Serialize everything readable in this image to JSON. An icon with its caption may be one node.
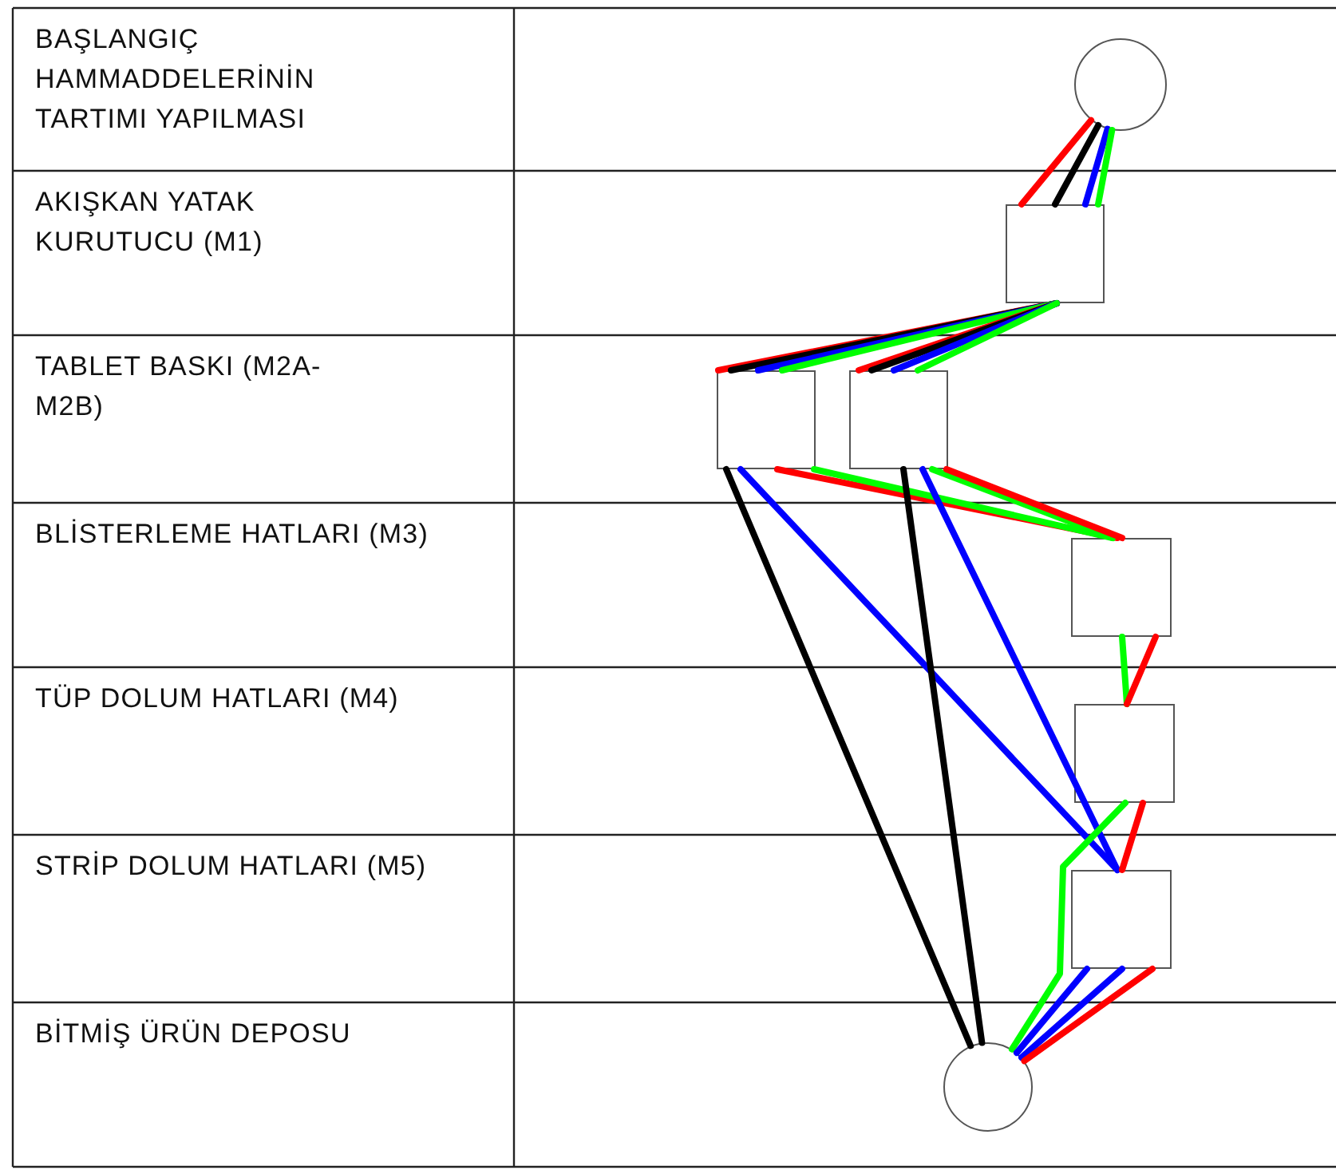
{
  "diagram": {
    "nodes": [
      {
        "text": [],
        "shape": "circle"
      },
      {
        "text": [],
        "shape": "box"
      },
      {
        "text": [],
        "shape": "box"
      },
      {
        "text": [],
        "shape": "box"
      },
      {
        "text": [],
        "shape": "box"
      },
      {
        "text": [],
        "shape": "box"
      },
      {
        "text": [],
        "shape": "box"
      },
      {
        "text": [],
        "shape": "circle"
      }
    ],
    "edges": [
      {
        "from": 0,
        "to": 1,
        "arrow": "none",
        "color": "#ff0000"
      },
      {
        "from": 0,
        "to": 1,
        "arrow": "none",
        "color": "#000000"
      },
      {
        "from": 0,
        "to": 1,
        "arrow": "none",
        "color": "#0000ff"
      },
      {
        "from": 0,
        "to": 1,
        "arrow": "none",
        "color": "#00ff00"
      },
      {
        "from": 1,
        "to": 2,
        "arrow": "none",
        "color": "#ff0000"
      },
      {
        "from": 1,
        "to": 2,
        "arrow": "none",
        "color": "#000000"
      },
      {
        "from": 1,
        "to": 2,
        "arrow": "none",
        "color": "#0000ff"
      },
      {
        "from": 1,
        "to": 2,
        "arrow": "none",
        "color": "#00ff00"
      },
      {
        "from": 1,
        "to": 3,
        "arrow": "none",
        "color": "#ff0000"
      },
      {
        "from": 1,
        "to": 3,
        "arrow": "none",
        "color": "#000000"
      },
      {
        "from": 1,
        "to": 3,
        "arrow": "none",
        "color": "#0000ff"
      },
      {
        "from": 1,
        "to": 3,
        "arrow": "none",
        "color": "#00ff00"
      },
      {
        "from": 2,
        "to": 4,
        "arrow": "none",
        "color": "#ff0000"
      },
      {
        "from": 2,
        "to": 4,
        "arrow": "none",
        "color": "#00ff00"
      },
      {
        "from": 3,
        "to": 4,
        "arrow": "none",
        "color": "#00ff00"
      },
      {
        "from": 3,
        "to": 4,
        "arrow": "none",
        "color": "#ff0000"
      },
      {
        "from": 2,
        "to": 7,
        "arrow": "none",
        "color": "#000000"
      },
      {
        "from": 2,
        "to": 6,
        "arrow": "none",
        "color": "#0000ff"
      },
      {
        "from": 3,
        "to": 7,
        "arrow": "none",
        "color": "#000000"
      },
      {
        "from": 3,
        "to": 6,
        "arrow": "none",
        "color": "#0000ff"
      },
      {
        "from": 4,
        "to": 5,
        "arrow": "none",
        "color": "#00ff00"
      },
      {
        "from": 4,
        "to": 5,
        "arrow": "none",
        "color": "#ff0000"
      },
      {
        "from": 5,
        "to": 7,
        "arrow": "none",
        "color": "#00ff00"
      },
      {
        "from": 5,
        "to": 6,
        "arrow": "none",
        "color": "#ff0000"
      },
      {
        "from": 6,
        "to": 7,
        "arrow": "none",
        "color": "#0000ff"
      },
      {
        "from": 6,
        "to": 7,
        "arrow": "none",
        "color": "#0000ff"
      },
      {
        "from": 6,
        "to": 7,
        "arrow": "none",
        "color": "#ff0000"
      }
    ],
    "labels": [
      "BAŞLANGIÇ HAMMADDELERİNİN TARTIMI YAPILMASI",
      "AKIŞKAN YATAK KURUTUCU (M1)",
      "TABLET BASKI (M2A-M2B)",
      "BLİSTERLEME HATLARI (M3)",
      "TÜP DOLUM HATLARI (M4)",
      "STRİP DOLUM HATLARI (M5)",
      "BİTMİŞ ÜRÜN DEPOSU"
    ]
  }
}
